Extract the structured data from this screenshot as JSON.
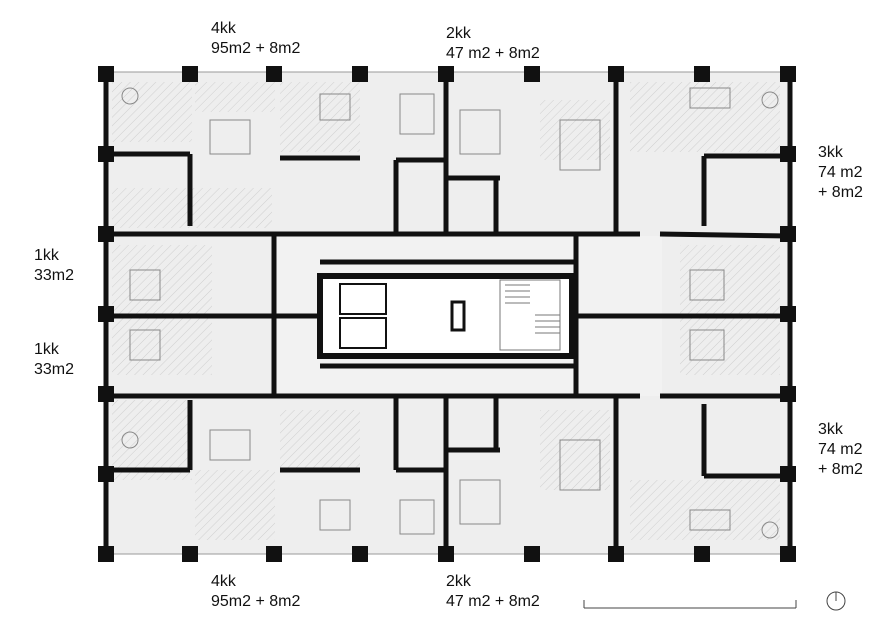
{
  "labels": [
    {
      "id": "top-left",
      "lines": [
        "4kk",
        "95m2 + 8m2"
      ]
    },
    {
      "id": "top-middle",
      "lines": [
        "2kk",
        "47 m2 + 8m2"
      ]
    },
    {
      "id": "right-top",
      "lines": [
        "3kk",
        "74 m2",
        "+ 8m2"
      ]
    },
    {
      "id": "left-upper",
      "lines": [
        "1kk",
        "33m2"
      ]
    },
    {
      "id": "left-lower",
      "lines": [
        "1kk",
        "33m2"
      ]
    },
    {
      "id": "right-bottom",
      "lines": [
        "3kk",
        "74 m2",
        "+ 8m2"
      ]
    },
    {
      "id": "bottom-left",
      "lines": [
        "4kk",
        "95m2 + 8m2"
      ]
    },
    {
      "id": "bottom-middle",
      "lines": [
        "2kk",
        "47 m2 + 8m2"
      ]
    }
  ],
  "colors": {
    "wall": "#111111",
    "floor": "#eeeeee",
    "core": "#ffffff",
    "line": "#999999"
  }
}
